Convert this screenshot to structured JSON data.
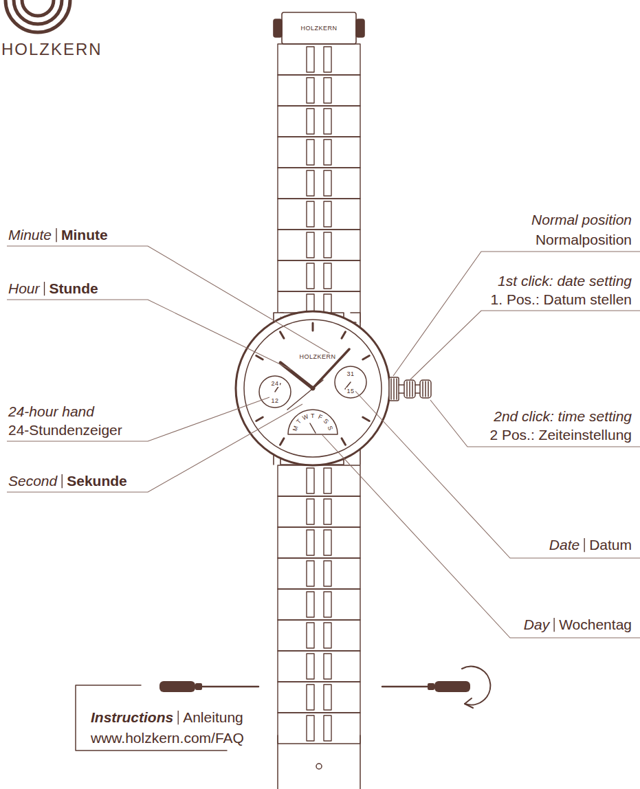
{
  "diagram": {
    "labels": [
      "HOLZKERN",
      "HOLZKERN",
      "HOLZKERN",
      "24",
      "12",
      "31",
      "15",
      "M",
      "T",
      "W",
      "T",
      "F",
      "S",
      "S",
      "Minute",
      "Minute",
      "Hour",
      "Stunde",
      "24-hour hand",
      "24-Stundenzeiger",
      "Second",
      "Sekunde",
      "Normal position",
      "Normalposition",
      "1st click: date setting",
      "1. Pos.: Datum stellen",
      "2nd click: time setting",
      "2 Pos.: Zeiteinstellung",
      "Date",
      "Datum",
      "Day",
      "Wochentag",
      "Instructions",
      "Anleitung",
      "www.holzkern.com/FAQ"
    ]
  }
}
